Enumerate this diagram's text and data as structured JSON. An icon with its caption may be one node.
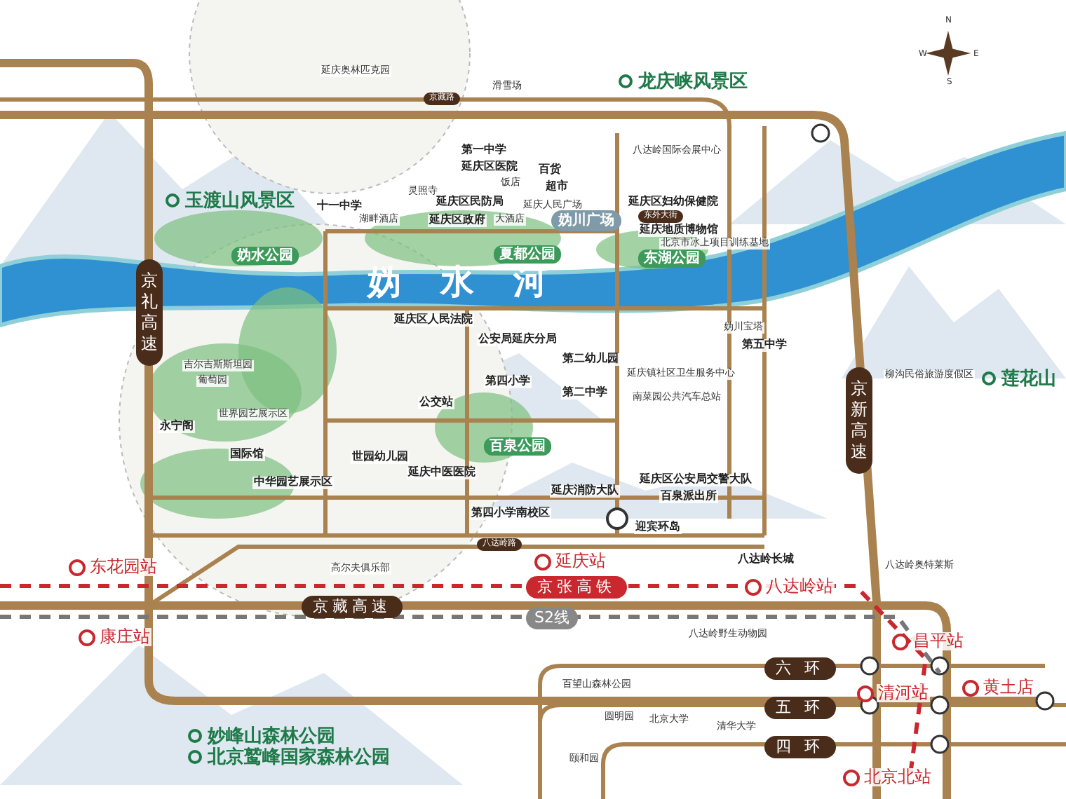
{
  "diagram": {
    "labels": [
      "玉渡山风景区",
      "延庆奥林匹克园",
      "龙庆峡风景区",
      "滑雪场",
      "京藏路",
      "第一中学",
      "延庆区医院",
      "饭店",
      "灵照寺",
      "十一中学",
      "延庆区民防局",
      "湖畔酒店",
      "延庆区政府",
      "大酒店",
      "延庆人民广场",
      "百货",
      "超市",
      "妫川广场",
      "八达岭国际会展中心",
      "延庆区妇幼保健院",
      "东外大街",
      "延庆地质博物馆",
      "北京市冰上项目训练基地",
      "妫水公园",
      "夏都公园",
      "东湖公园",
      "妫水河",
      "京礼高速",
      "京新高速",
      "柳沟民俗旅游度假区",
      "莲花山",
      "延庆区人民法院",
      "公交站",
      "公安局延庆分局",
      "第四小学",
      "第二幼儿园",
      "第二中学",
      "延庆镇社区卫生服务中心",
      "南菜园公共汽车总站",
      "妫川宝塔",
      "第五中学",
      "吉尔吉斯斯坦园",
      "葡萄园",
      "世界园艺展示区",
      "永宁阁",
      "国际馆",
      "中华园艺展示区",
      "百泉公园",
      "世园幼儿园",
      "延庆中医医院",
      "第四小学南校区",
      "延庆消防大队",
      "延庆区公安局交警大队",
      "百泉派出所",
      "迎宾环岛",
      "八达岭路",
      "高尔夫俱乐部",
      "八达岭长城",
      "八达岭奥特莱斯",
      "东花园站",
      "延庆站",
      "京张高铁",
      "八达岭站",
      "康庄站",
      "京藏高速",
      "S2线",
      "八达岭野生动物园",
      "昌平站",
      "六 环",
      "五 环",
      "四 环",
      "清河站",
      "黄土店",
      "北京北站",
      "百望山森林公园",
      "圆明园",
      "北京大学",
      "清华大学",
      "颐和园",
      "妙峰山森林公园",
      "北京鹫峰国家森林公园",
      "N",
      "E",
      "S",
      "W"
    ]
  }
}
